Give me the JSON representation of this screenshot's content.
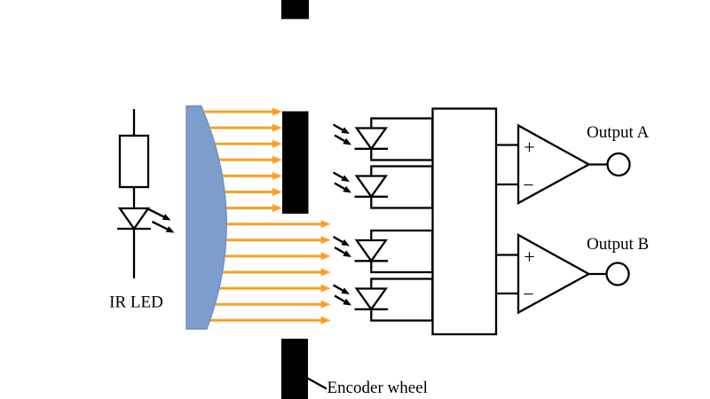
{
  "labels": {
    "ir_led": "IR LED",
    "encoder_wheel": "Encoder wheel"
  },
  "comparators": [
    {
      "plus": "+",
      "minus": "−",
      "output_label": "Output A"
    },
    {
      "plus": "+",
      "minus": "−",
      "output_label": "Output B"
    }
  ],
  "colors": {
    "background": "#ffffff",
    "ink": "#000000",
    "light_ray_orange": "#F9A028",
    "lens_blue_fill": "#7D9ECD",
    "lens_blue_edge": "#6C8FC2"
  }
}
